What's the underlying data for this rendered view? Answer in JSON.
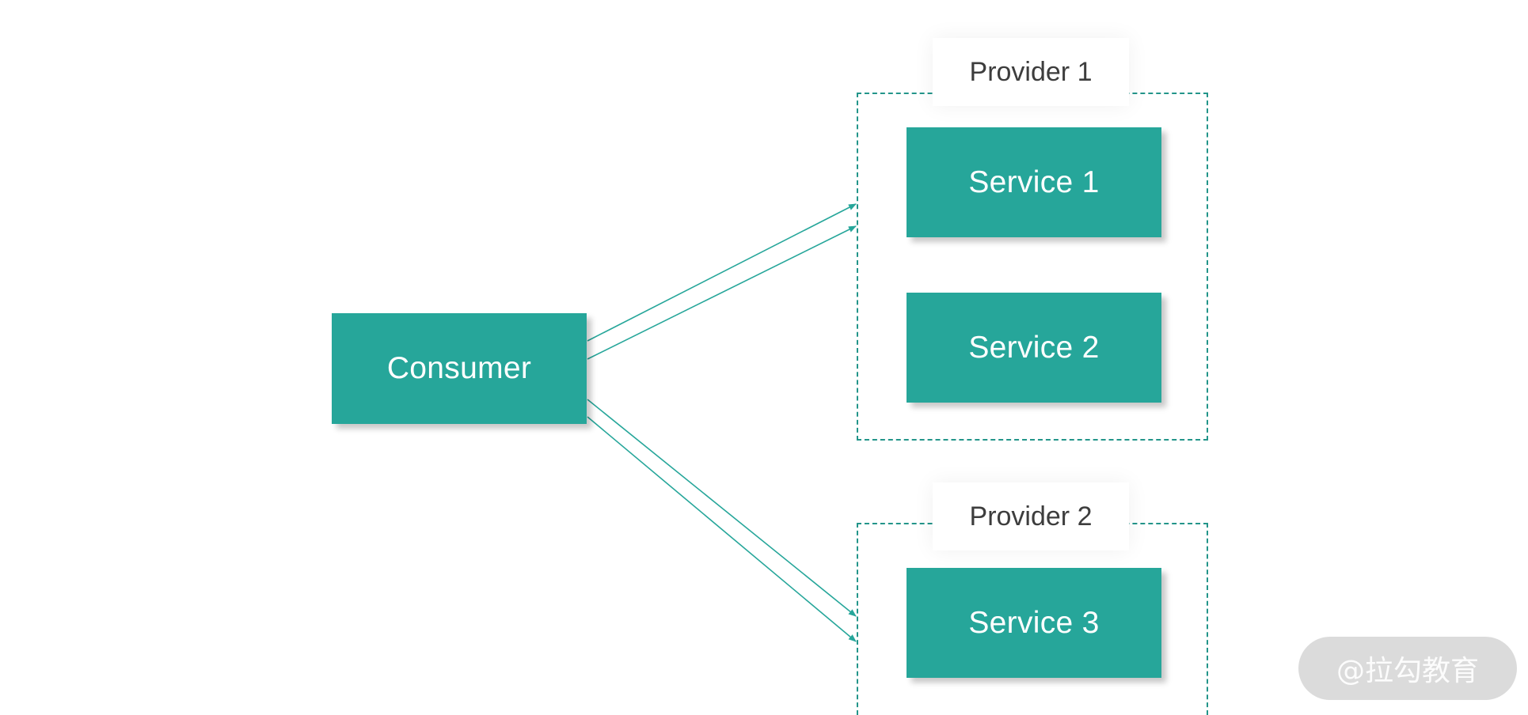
{
  "diagram": {
    "consumer": {
      "label": "Consumer"
    },
    "providers": [
      {
        "label": "Provider 1",
        "services": [
          {
            "label": "Service 1"
          },
          {
            "label": "Service 2"
          }
        ]
      },
      {
        "label": "Provider 2",
        "services": [
          {
            "label": "Service 3"
          }
        ]
      }
    ],
    "connections": [
      {
        "from": "Consumer",
        "to": "Provider 1"
      },
      {
        "from": "Consumer",
        "to": "Provider 1"
      },
      {
        "from": "Consumer",
        "to": "Provider 2"
      },
      {
        "from": "Consumer",
        "to": "Provider 2"
      }
    ]
  },
  "watermark": {
    "text": "@拉勾教育"
  },
  "colors": {
    "service_fill": "#26a69a",
    "connector": "#26a69a",
    "dashed_border": "#23958a",
    "label_text": "#3d3d3d"
  }
}
